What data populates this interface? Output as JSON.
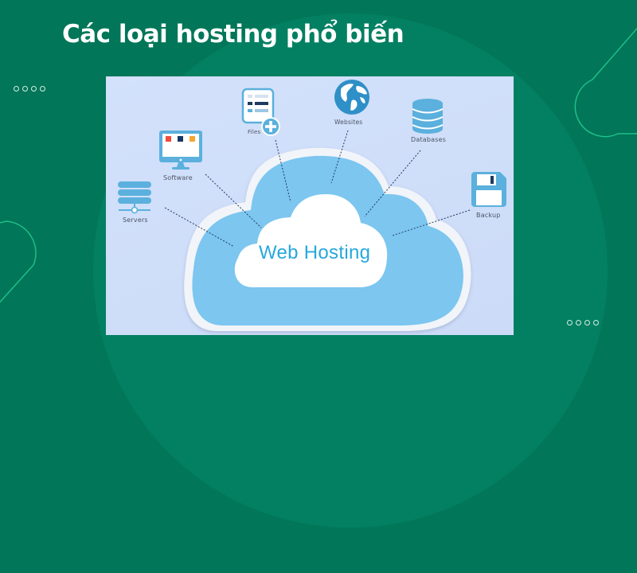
{
  "slide": {
    "title": "Các loại hosting phổ biến",
    "background_color": "#017658",
    "accent_outline_color": "#1fbf88"
  },
  "decor": {
    "top_left_dots": 4,
    "bottom_right_dots": 4
  },
  "diagram": {
    "center_label": "Web Hosting",
    "cloud_color": "#7cc6f0",
    "inner_cloud_color": "#ffffff",
    "text_color": "#26a8dc",
    "nodes": [
      {
        "label": "Servers",
        "icon": "server-stack-icon"
      },
      {
        "label": "Software",
        "icon": "monitor-icon"
      },
      {
        "label": "Files",
        "icon": "file-add-icon"
      },
      {
        "label": "Websites",
        "icon": "globe-icon"
      },
      {
        "label": "Databases",
        "icon": "database-icon"
      },
      {
        "label": "Backup",
        "icon": "floppy-disk-icon"
      }
    ]
  }
}
